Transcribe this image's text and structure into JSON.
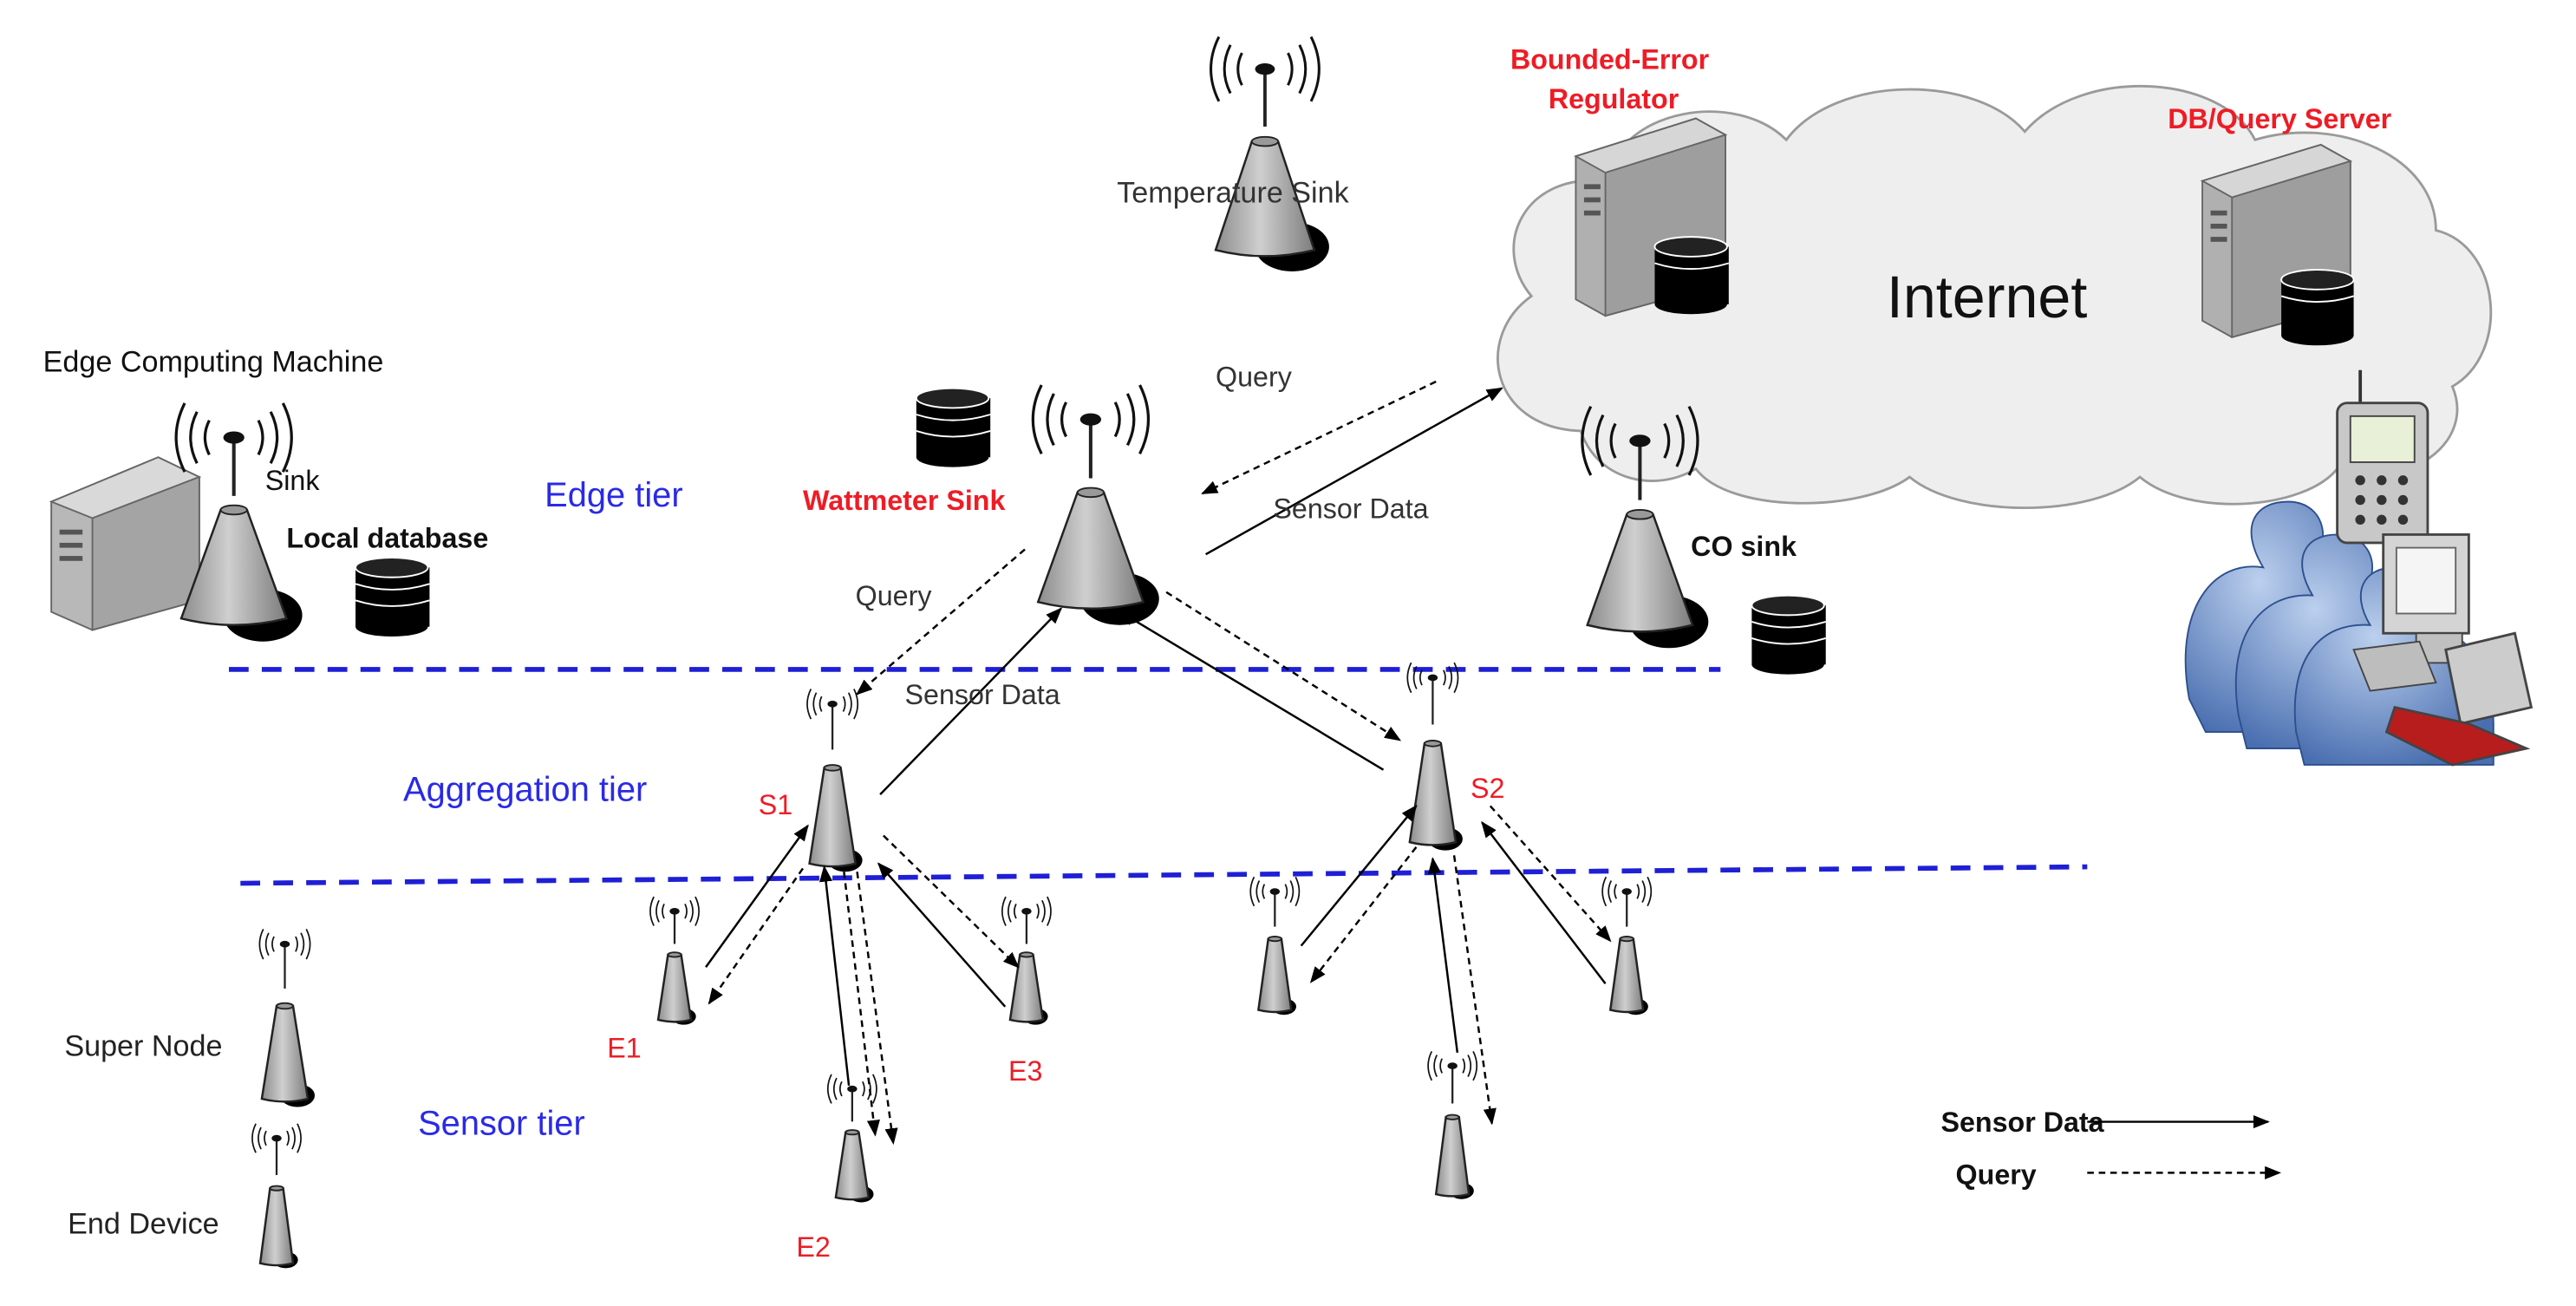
{
  "colors": {
    "red_label": "#ee1c25",
    "tier_label": "#2a2ae6",
    "dashed_divider": "#1f1fd6",
    "node_fill": "#b5b5b5",
    "node_dark": "#7a7a7a",
    "database_fill": "#000000",
    "cloud_fill": "#eeeeee",
    "people_fill": "#4a6fb0"
  },
  "tiers": {
    "edge": "Edge tier",
    "aggregation": "Aggregation tier",
    "sensor": "Sensor tier"
  },
  "cloud": {
    "label": "Internet",
    "regulator": "Bounded-Error\nRegulator",
    "regulator_line1": "Bounded-Error",
    "regulator_line2": "Regulator",
    "server": "DB/Query Server"
  },
  "edge_machine": {
    "title": "Edge Computing Machine",
    "sink": "Sink",
    "local_db": "Local database"
  },
  "sinks": {
    "temperature": "Temperature Sink",
    "wattmeter": "Wattmeter Sink",
    "co": "CO sink"
  },
  "nodes": {
    "s1": "S1",
    "s2": "S2",
    "e1": "E1",
    "e2": "E2",
    "e3": "E3"
  },
  "flow_labels": {
    "query_top": "Query",
    "sensor_data_top": "Sensor Data",
    "query_mid": "Query",
    "sensor_data_mid": "Sensor Data"
  },
  "key": {
    "super_node": "Super Node",
    "end_device": "End Device"
  },
  "legend": {
    "sensor_data": "Sensor Data",
    "query": "Query"
  }
}
